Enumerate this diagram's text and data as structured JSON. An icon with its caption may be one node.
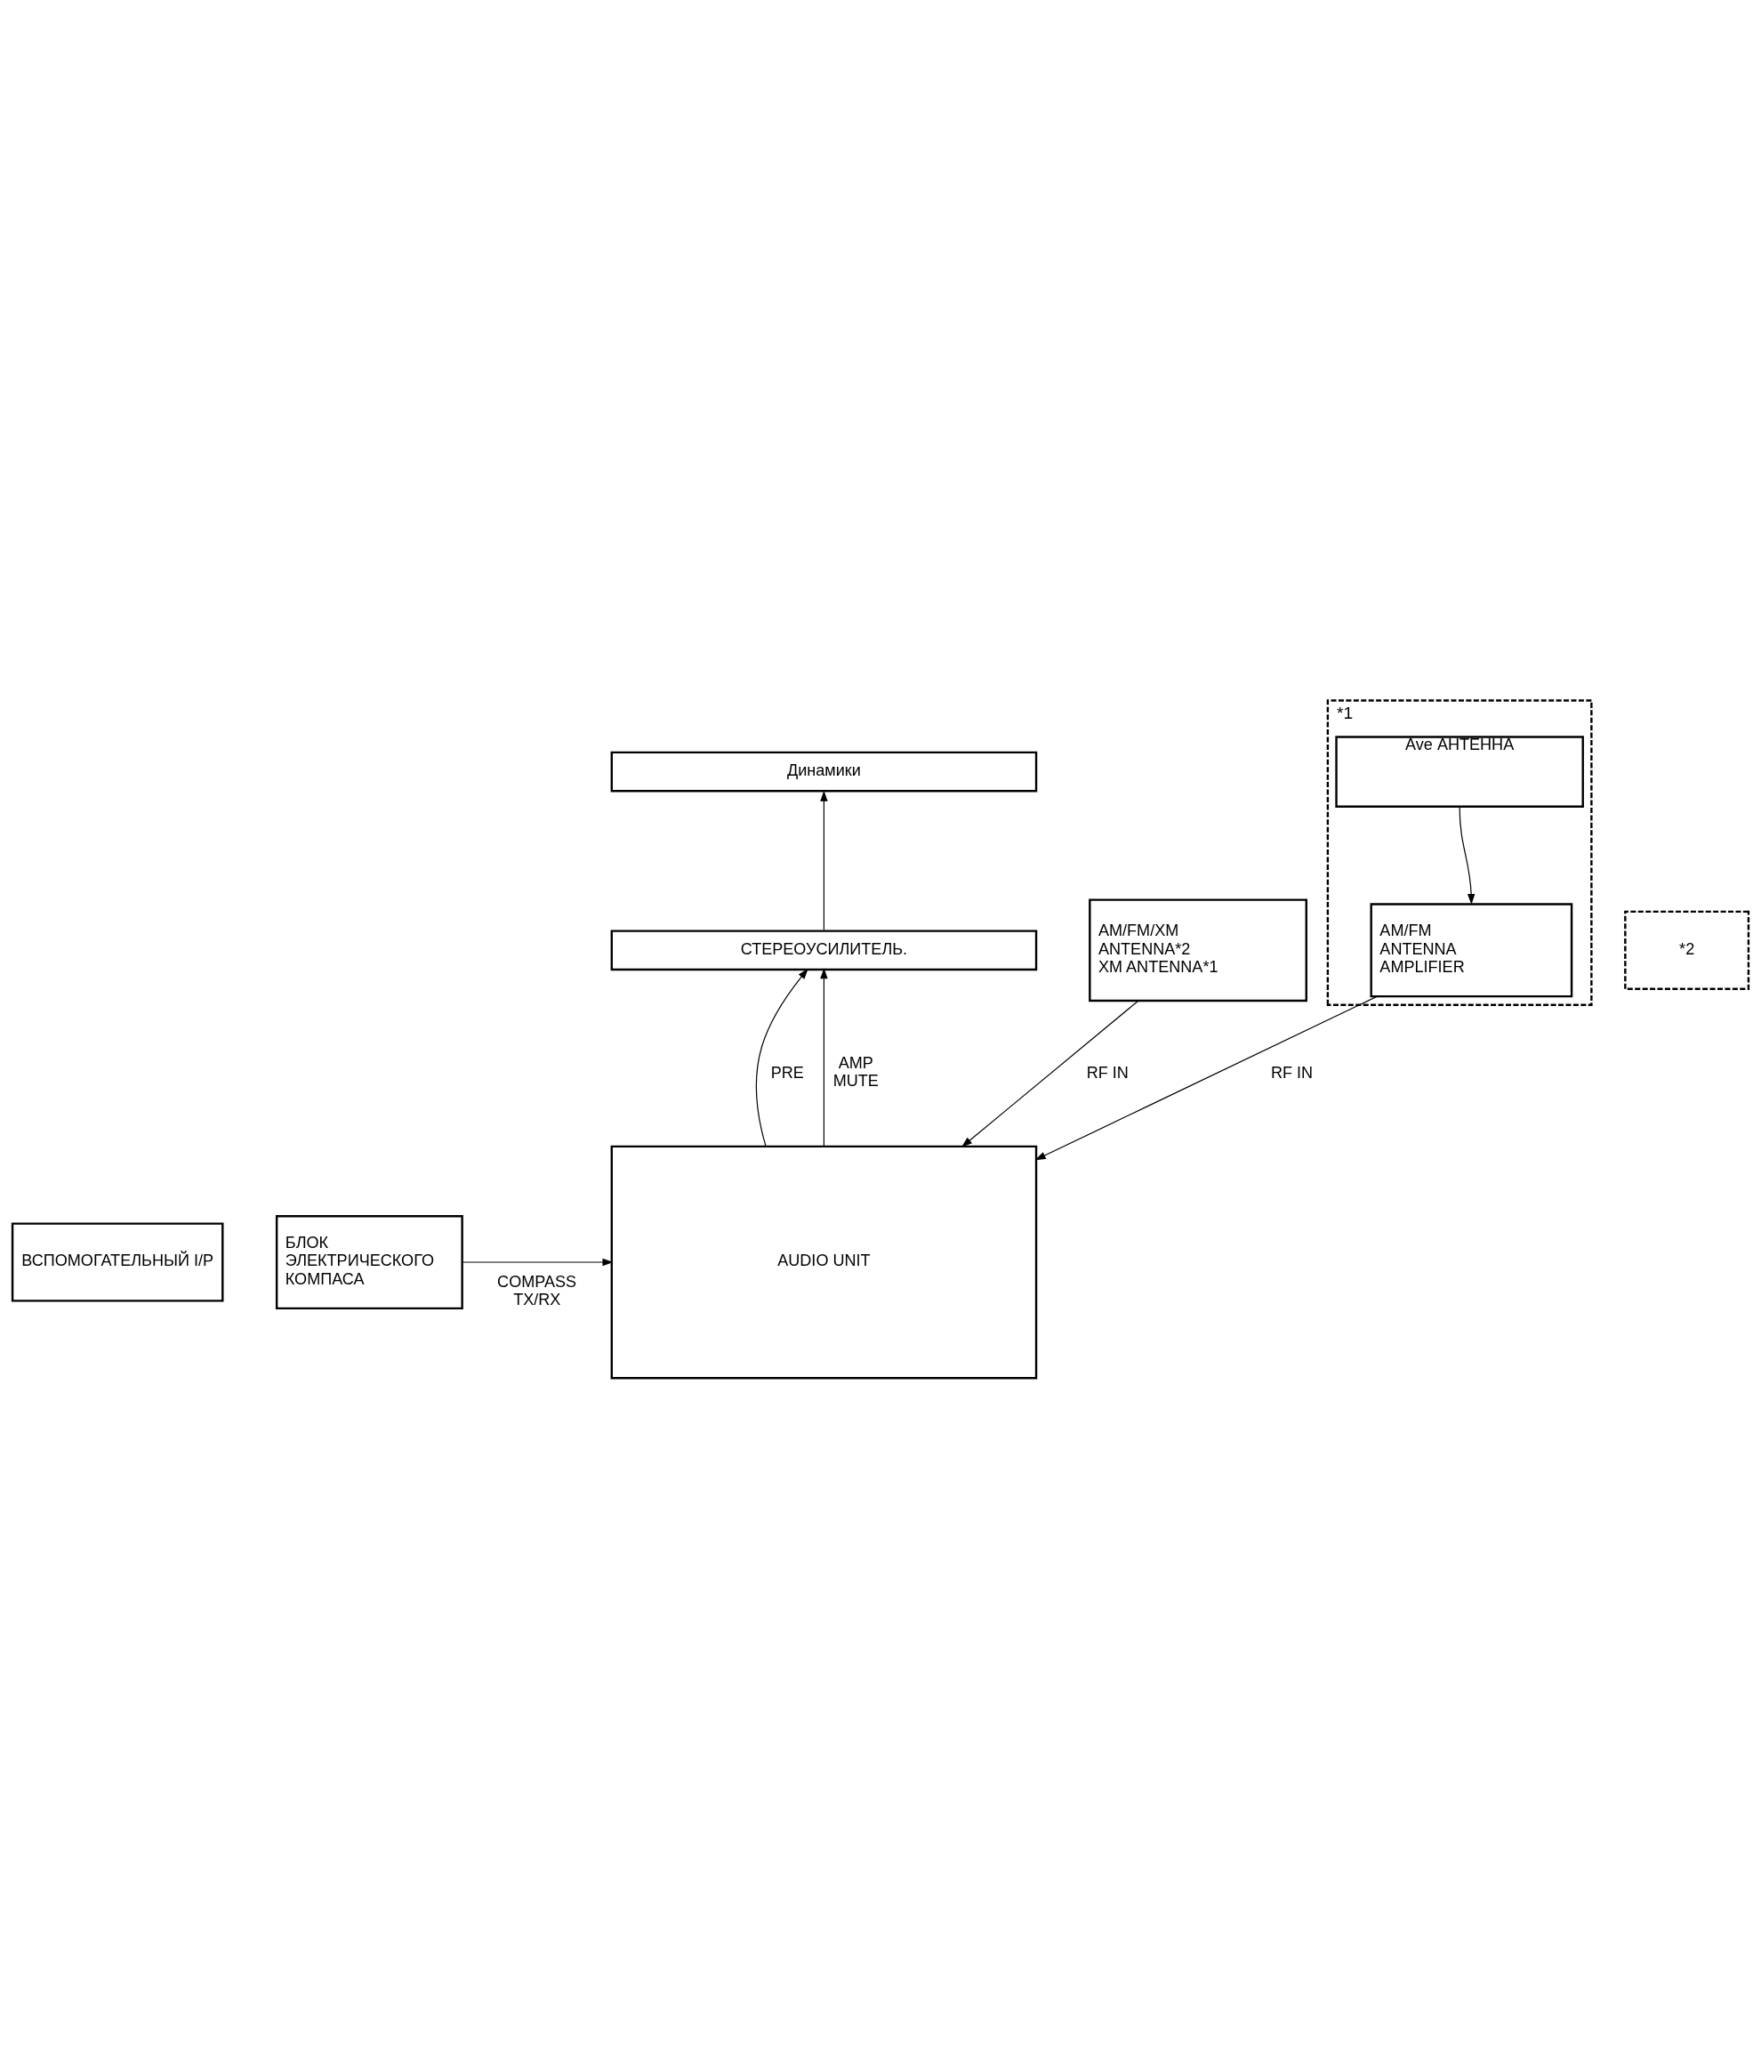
{
  "diagram": {
    "nodes": [
      {
        "text": [
          "Динамики"
        ]
      },
      {
        "text": [
          "*1"
        ]
      },
      {
        "text": [
          "Ave АНТЕННА"
        ],
        "in": 1
      },
      {
        "text": [
          "СТЕРЕОУСИЛИТЕЛЬ."
        ]
      },
      {
        "text": [
          "AM/FM ANTENNA AMPLIFIER"
        ],
        "in": 1
      },
      {
        "text": [
          "БЛОК ЭЛЕКТРИЧЕСКОГО КОМПАСА"
        ]
      },
      {
        "text": [
          "AUDIO UNIT"
        ]
      },
      {
        "text": [
          "*2"
        ]
      },
      {
        "text": [
          "AM/FM/XM ANTENNA*2",
          "XM ANTENNA*1"
        ]
      },
      {
        "text": [
          "ВСПОМОГАТЕЛЬНЫЙ I/P"
        ]
      }
    ],
    "edges": [
      {
        "from": 3,
        "to": 0,
        "arrow": "to"
      },
      {
        "from": 6,
        "to": 3,
        "arrow": "to",
        "label": "PRE"
      },
      {
        "from": 6,
        "to": 3,
        "arrow": "to",
        "label": "AMP MUTE"
      },
      {
        "from": 2,
        "to": 4,
        "arrow": "to"
      },
      {
        "from": 4,
        "to": 6,
        "arrow": "to",
        "label": "RF IN"
      },
      {
        "from": 5,
        "to": 6,
        "arrow": "to",
        "label": "COMPASS TX/RX"
      },
      {
        "from": 8,
        "to": 6,
        "arrow": "to",
        "label": "RF IN"
      }
    ]
  }
}
